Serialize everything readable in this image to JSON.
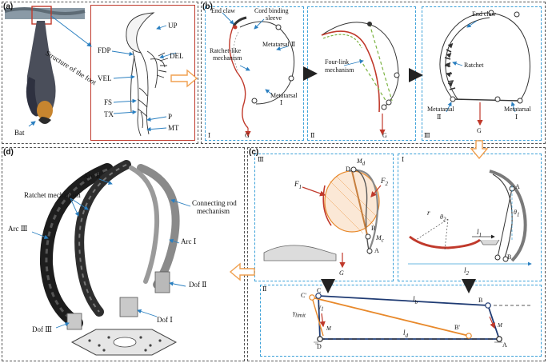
{
  "colors": {
    "blue_dash": "#3aa0d8",
    "red": "#c0392b",
    "orange": "#e8892b",
    "green_dash": "#7cb342",
    "navy": "#1f3b73",
    "arrow_orange": "#f0a050"
  },
  "panel_a": {
    "tag": "(a)",
    "caption": "Structure of the foot",
    "bat_label": "Bat",
    "labels": {
      "up": "UP",
      "fdp": "FDP",
      "del": "DEL",
      "vel": "VEL",
      "fs": "FS",
      "tx": "TX",
      "p": "P",
      "mt": "MT"
    }
  },
  "panel_b": {
    "tag": "(b)",
    "s1": {
      "end_claw": "End claw",
      "cord": "Cord binding",
      "sleeve": "sleeve",
      "ratchet": "Ratchet-like",
      "mechanism": "mechanism",
      "meta2": "Metatarsal Ⅱ",
      "meta1": "Metatarsal",
      "meta1_num": "Ⅰ",
      "g": "G",
      "num": "Ⅰ"
    },
    "s2": {
      "four_link": "Four-link",
      "mechanism": "mechanism",
      "g": "G",
      "num": "Ⅱ"
    },
    "s3": {
      "end_claw": "End claw",
      "ratchet": "Ratchet",
      "meta2": "Metatarsal",
      "meta2_num": "Ⅱ",
      "meta1": "Metatarsal",
      "meta1_num": "Ⅰ",
      "g": "G",
      "num": "Ⅲ"
    }
  },
  "panel_c": {
    "tag": "(c)",
    "s3": {
      "num": "Ⅲ",
      "f1": "F",
      "f1_sub": "1",
      "f2": "F",
      "f2_sub": "2",
      "md": "M",
      "md_sub": "d",
      "mc": "M",
      "mc_sub": "c",
      "d": "D",
      "b": "B",
      "a": "A",
      "g": "G"
    },
    "s1": {
      "num": "Ⅰ",
      "r": "r",
      "theta2": "θ",
      "theta2_sub": "2",
      "theta1": "θ",
      "theta1_sub": "1",
      "l1": "l",
      "l1_sub": "1",
      "l2": "l",
      "l2_sub": "2",
      "a": "A",
      "b": "B"
    },
    "s2": {
      "num": "Ⅱ",
      "c": "C",
      "cp": "C'",
      "gamma": "γ",
      "gamma_sub": "1",
      "gamma_lim": "γ",
      "gamma_lim_sub": "limit",
      "lb": "l",
      "lb_sub": "b",
      "ld": "l",
      "ld_sub": "d",
      "b": "B",
      "bp": "B'",
      "d": "D",
      "a": "A",
      "mc_md_left": "M",
      "mc_md_right": "M"
    }
  },
  "panel_d": {
    "tag": "(d)",
    "arc2": "Arc Ⅱ",
    "ratchet": "Ratchet mechanism",
    "connecting": "Connecting rod",
    "mechanism": "mechanism",
    "arc3": "Arc Ⅲ",
    "arc1": "Arc Ⅰ",
    "dof2": "Dof Ⅱ",
    "dof1": "Dof Ⅰ",
    "dof3": "Dof Ⅲ"
  }
}
